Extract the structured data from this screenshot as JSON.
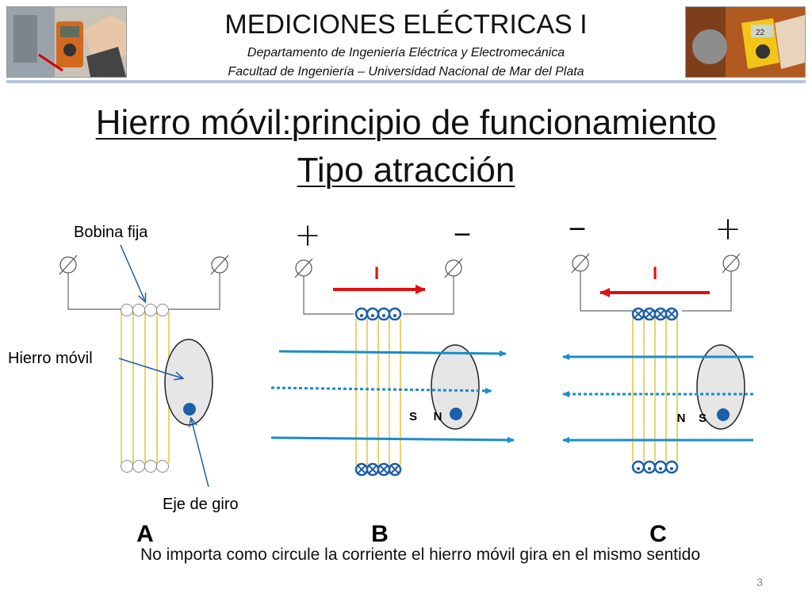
{
  "header": {
    "title": "MEDICIONES ELÉCTRICAS I",
    "subtitle_1": "Departamento de Ingeniería Eléctrica y Electromecánica",
    "subtitle_2": "Facultad de Ingeniería – Universidad Nacional de Mar del Plata",
    "photo_left_screen": "",
    "photo_right_screen": "22"
  },
  "slide": {
    "title_line_1": "Hierro móvil:principio de funcionamiento",
    "title_line_2": "Tipo atracción",
    "footer_note": "No importa como circule la corriente el hierro móvil gira en el mismo sentido",
    "page_number": "3"
  },
  "diagram": {
    "label_coil": "Bobina fija",
    "label_iron": "Hierro móvil",
    "label_axis": "Eje de giro",
    "panel_a": "A",
    "panel_b": "B",
    "panel_c": "C",
    "current_symbol": "I",
    "plus_sign": "+",
    "minus_sign": "−",
    "pole_s": "S",
    "pole_n": "N"
  },
  "colors": {
    "current_arrow": "#e01010",
    "field_line": "#1a8ccc",
    "conductor": "#1c5ea8",
    "coil_wire": "#e8c23a",
    "iron": "#e6e6e6"
  }
}
